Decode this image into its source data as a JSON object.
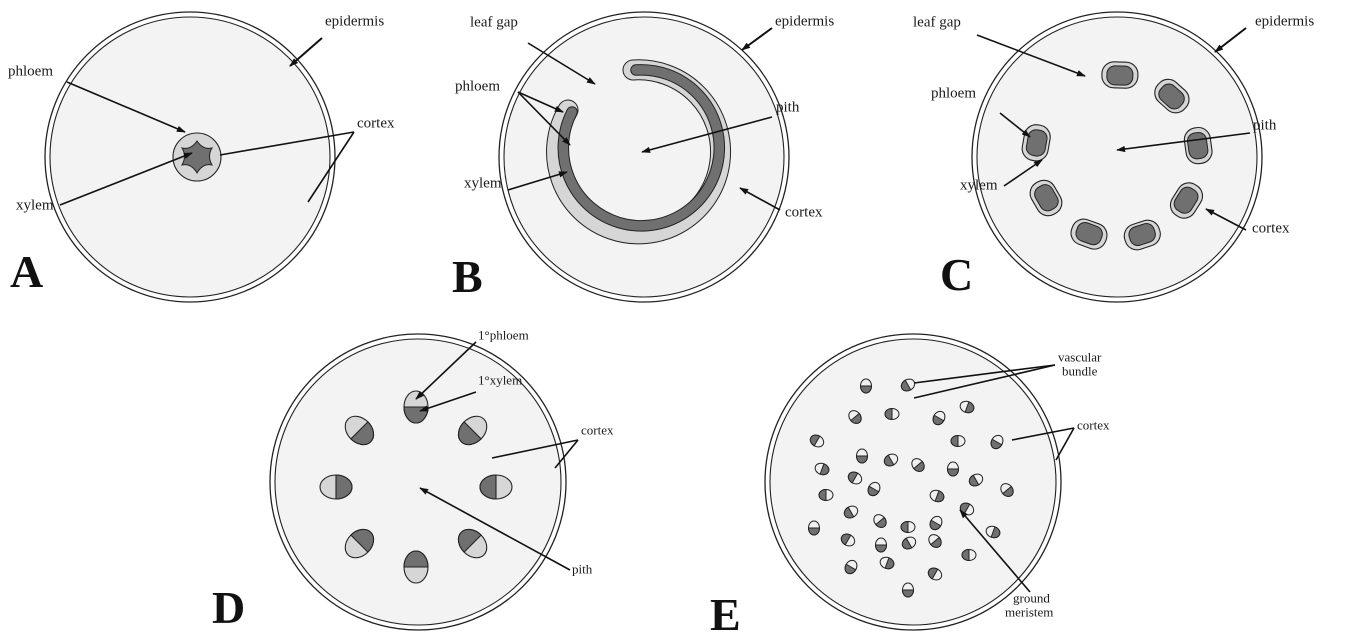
{
  "colors": {
    "outline": "#222222",
    "ground": "#f3f3f3",
    "phloem": "#d6d6d6",
    "xylem": "#707070"
  },
  "panels": {
    "a": {
      "letter": "A",
      "labels": {
        "epidermis": "epidermis",
        "phloem": "phloem",
        "xylem": "xylem",
        "cortex": "cortex"
      }
    },
    "b": {
      "letter": "B",
      "labels": {
        "leaf_gap": "leaf gap",
        "epidermis": "epidermis",
        "phloem": "phloem",
        "pith": "pith",
        "xylem": "xylem",
        "cortex": "cortex"
      }
    },
    "c": {
      "letter": "C",
      "labels": {
        "leaf_gap": "leaf gap",
        "epidermis": "epidermis",
        "phloem": "phloem",
        "pith": "pith",
        "xylem": "xylem",
        "cortex": "cortex"
      }
    },
    "d": {
      "letter": "D",
      "labels": {
        "primary_phloem": "1°phloem",
        "primary_xylem": "1°xylem",
        "cortex": "cortex",
        "pith": "pith"
      }
    },
    "e": {
      "letter": "E",
      "labels": {
        "vascular": "vascular",
        "bundle": "bundle",
        "cortex": "cortex",
        "ground": "ground",
        "meristem": "meristem"
      }
    }
  }
}
